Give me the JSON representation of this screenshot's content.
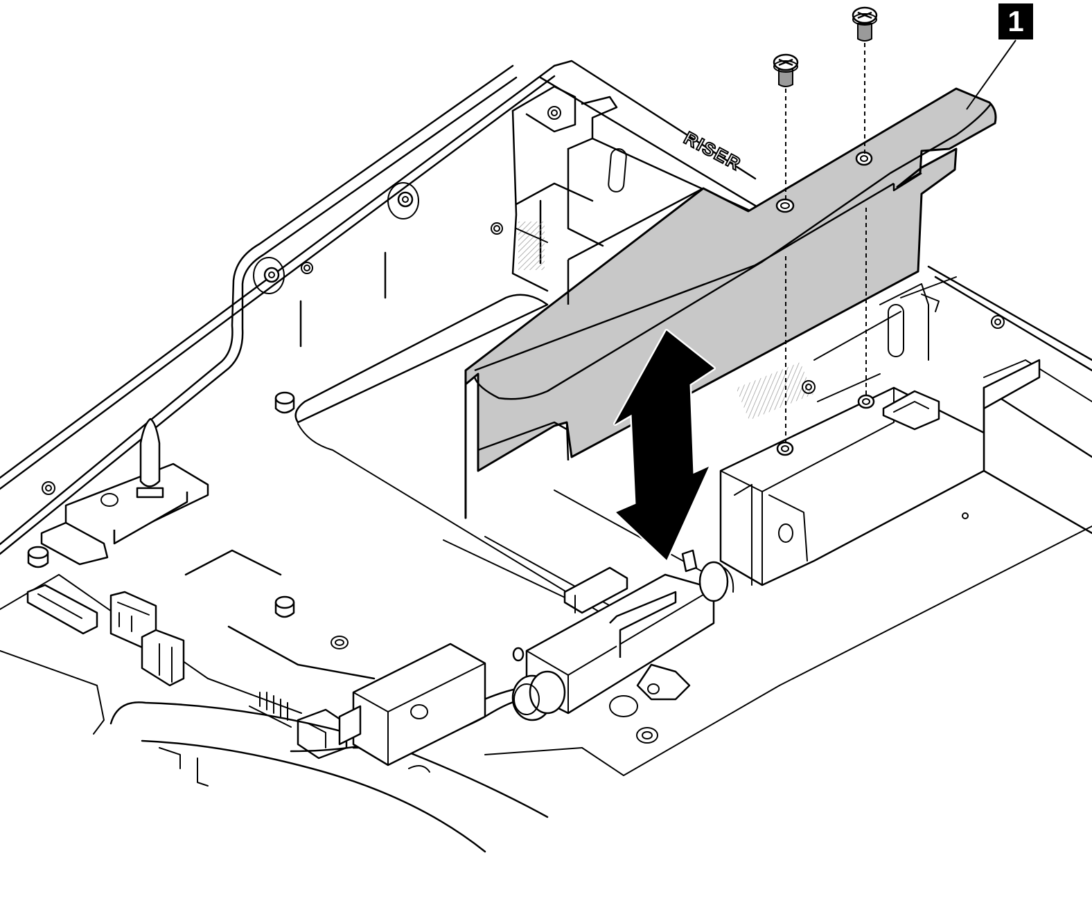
{
  "diagram": {
    "engraved_label": "RISER",
    "callouts": [
      {
        "number": "1",
        "target": "riser-bracket"
      }
    ],
    "colors": {
      "part_fill": "#c8c8c8",
      "line": "#000000",
      "background": "#ffffff"
    },
    "icons": [
      "screw-icon",
      "screw-icon",
      "double-arrow-icon"
    ]
  }
}
